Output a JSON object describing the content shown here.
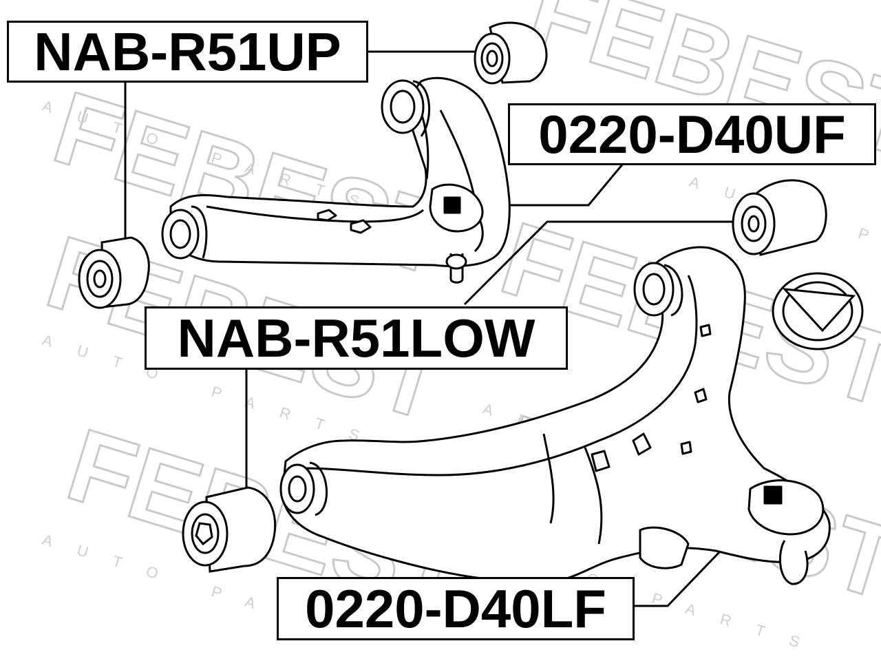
{
  "watermark": {
    "brand": "FEBEST",
    "tagline": "AUTO PARTS"
  },
  "labels": {
    "upper_arm_bushing": "NAB-R51UP",
    "upper_arm": "0220-D40UF",
    "lower_arm_bushing": "NAB-R51LOW",
    "lower_arm": "0220-D40LF"
  }
}
